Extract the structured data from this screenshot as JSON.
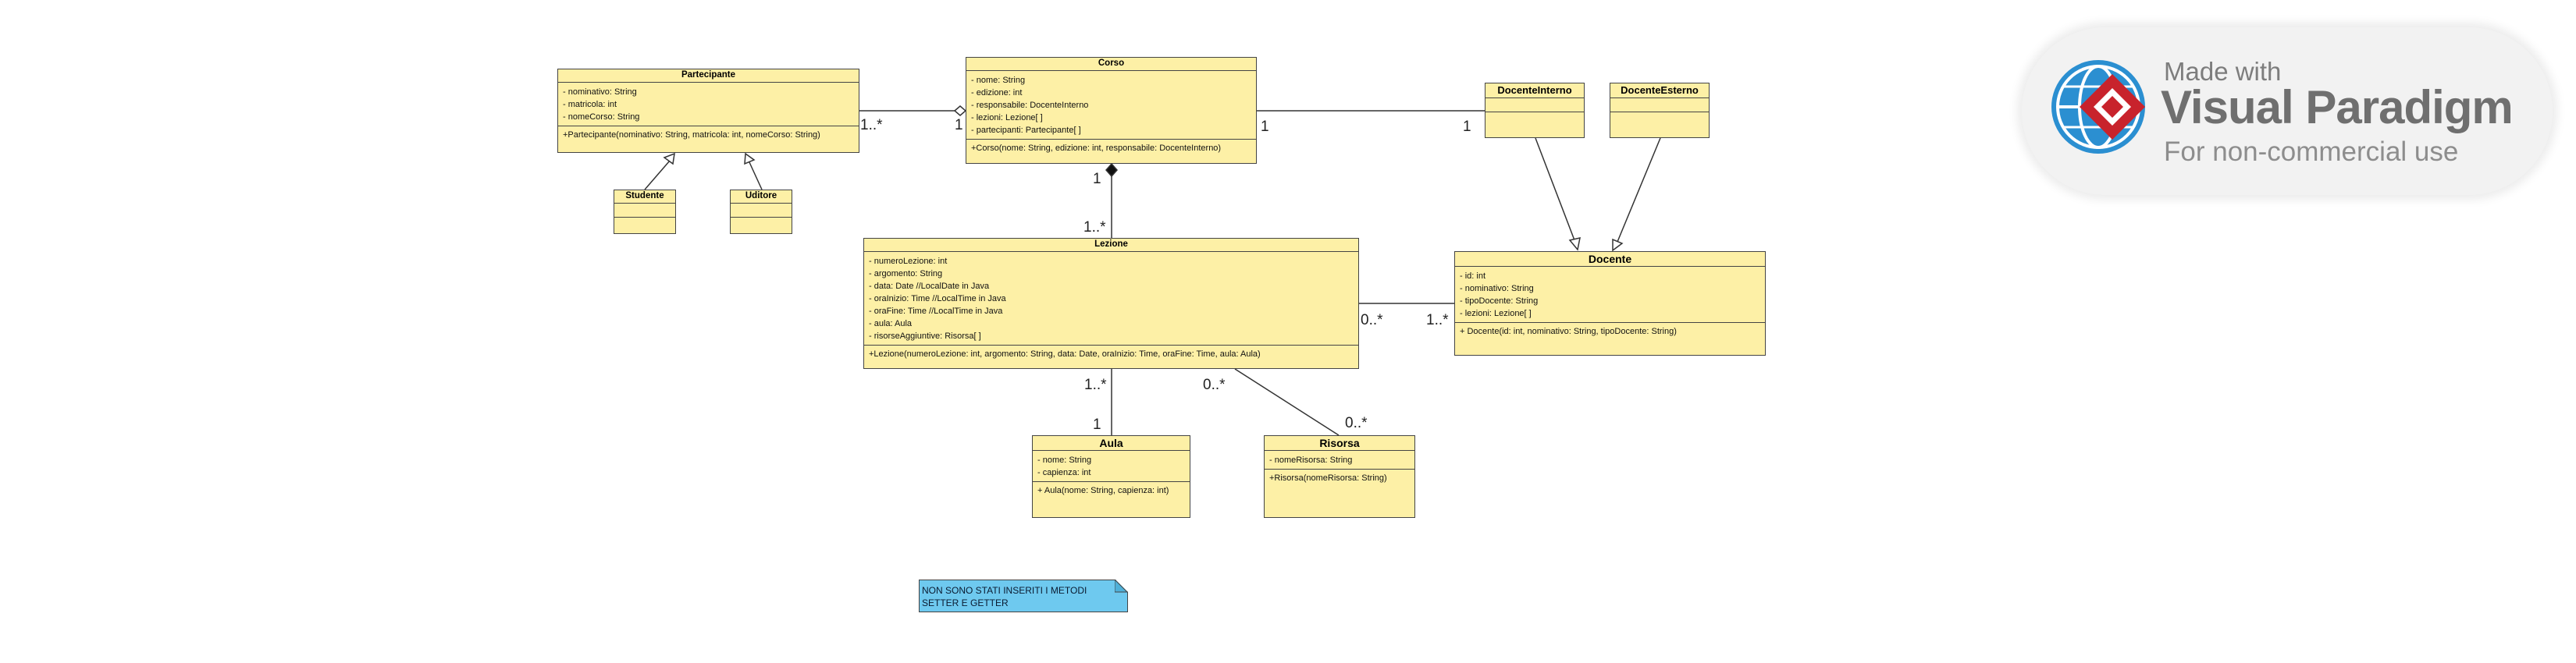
{
  "classes": {
    "partecipante": {
      "name": "Partecipante",
      "attrs": [
        "- nominativo: String",
        "- matricola: int",
        "- nomeCorso: String"
      ],
      "ops": [
        "+Partecipante(nominativo: String, matricola: int, nomeCorso: String)"
      ]
    },
    "corso": {
      "name": "Corso",
      "attrs": [
        "- nome: String",
        "- edizione: int",
        "- responsabile: DocenteInterno",
        "- lezioni: Lezione[ ]",
        "- partecipanti: Partecipante[ ]"
      ],
      "ops": [
        "+Corso(nome: String, edizione: int, responsabile: DocenteInterno)"
      ]
    },
    "docenteInterno": {
      "name": "DocenteInterno"
    },
    "docenteEsterno": {
      "name": "DocenteEsterno"
    },
    "studente": {
      "name": "Studente"
    },
    "uditore": {
      "name": "Uditore"
    },
    "lezione": {
      "name": "Lezione",
      "attrs": [
        "- numeroLezione: int",
        "- argomento: String",
        "- data: Date //LocalDate in Java",
        "- oraInizio: Time //LocalTime in Java",
        "- oraFine: Time //LocalTime in Java",
        "- aula: Aula",
        "- risorseAggiuntive: Risorsa[ ]"
      ],
      "ops": [
        "+Lezione(numeroLezione: int, argomento: String, data: Date, oraInizio: Time, oraFine: Time, aula: Aula)"
      ]
    },
    "docente": {
      "name": "Docente",
      "attrs": [
        "- id: int",
        "- nominativo: String",
        "- tipoDocente: String",
        "- lezioni: Lezione[ ]"
      ],
      "ops": [
        "+ Docente(id: int, nominativo: String, tipoDocente: String)"
      ]
    },
    "aula": {
      "name": "Aula",
      "attrs": [
        "- nome: String",
        "- capienza: int"
      ],
      "ops": [
        "+ Aula(nome: String, capienza: int)"
      ]
    },
    "risorsa": {
      "name": "Risorsa",
      "attrs": [
        "- nomeRisorsa: String"
      ],
      "ops": [
        "+Risorsa(nomeRisorsa: String)"
      ]
    }
  },
  "multiplicities": {
    "partecipante_corso_left": "1..*",
    "partecipante_corso_right": "1",
    "corso_docenteinterno_left": "1",
    "corso_docenteinterno_right": "1",
    "corso_lezione_top": "1",
    "corso_lezione_bottom": "1..*",
    "lezione_docente_left": "0..*",
    "lezione_docente_right": "1..*",
    "lezione_aula_top": "1..*",
    "lezione_aula_bottom": "1",
    "lezione_risorsa_top": "0..*",
    "lezione_risorsa_bottom": "0..*"
  },
  "note": {
    "lines": [
      "NON SONO STATI INSERITI I METODI",
      "SETTER E GETTER"
    ]
  },
  "watermark": {
    "line1": "Made with",
    "line2": "Visual Paradigm",
    "line3": "For non-commercial use"
  },
  "colors": {
    "class_fill": "#fdf0a6",
    "note_fill": "#6ec9ef",
    "watermark_red": "#c8232c",
    "watermark_blue": "#1e88c9"
  }
}
